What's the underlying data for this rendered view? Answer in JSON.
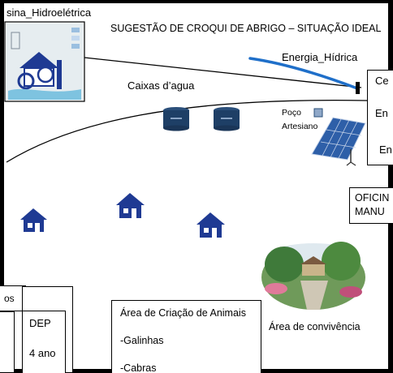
{
  "title": "SUGESTÃO DE CROQUI DE ABRIGO – SITUAÇÃO IDEAL",
  "labels": {
    "usina": "sina_Hidroelétrica",
    "energia": "Energia_Hídrica",
    "caixas": "Caixas d’agua",
    "poco_line1": "Poço",
    "poco_line2": "Artesiano",
    "convivencia": "Área de convivência"
  },
  "right_panel": {
    "line1": "Ce",
    "line2": "En",
    "line3": "En"
  },
  "oficina": {
    "line1": "OFICIN",
    "line2": "MANU"
  },
  "left_boxes": {
    "os": "os",
    "dep_title": "DEP",
    "dep_sub": "4 ano"
  },
  "animals": {
    "title": "Área de Criação de Animais",
    "item1": "-Galinhas",
    "item2": "-Cabras"
  },
  "colors": {
    "house": "#1f3a93",
    "tank": "#1e3f66",
    "energy_line": "#1f6fc9",
    "solar_panel": "#2e5fa8",
    "pond": "#8fa8c8"
  }
}
